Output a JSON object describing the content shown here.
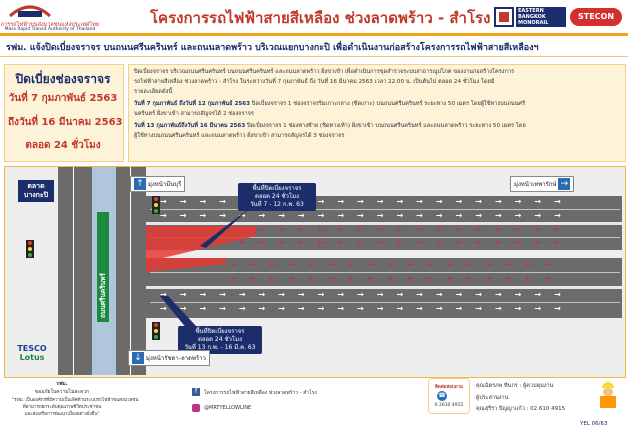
{
  "header": {
    "org_th": "การรถไฟฟ้าขนส่งมวลชนแห่งประเทศไทย",
    "org_en": "Mass Rapid Transit Authority of Thailand",
    "title": "โครงการรถไฟฟ้าสายสีเหลือง ช่วงลาดพร้าว - สำโรง",
    "partner1_line1": "EASTERN",
    "partner1_line2": "BANGKOK",
    "partner1_line3": "MONORAIL",
    "partner2": "STECON"
  },
  "subtitle": "รฟม. แจ้งปิดเบี่ยงจราจร บนถนนศรีนครินทร์ และถนนลาดพร้าว บริเวณแยกบางกะปิ เพื่อดำเนินงานก่อสร้างโครงการรถไฟฟ้าสายสีเหลืองฯ",
  "closure": {
    "title": "ปิดเบี่ยงช่องจราจร",
    "from": "วันที่ 7 กุมภาพันธ์ 2563",
    "to": "ถึงวันที่ 16 มีนาคม 2563",
    "duration": "ตลอด 24 ชั่วโมง"
  },
  "notice": {
    "p1": "ปิดเบี่ยงจราจร บริเวณถนนศรีนครินทร์ บนถนนศรีนครินทร์ และถนนลาดพร้าว ฝั่งขาเข้า เพื่อดำเนินการขุดสำรวจระบบสาธารณูปโภค ของงานก่อสร้างโครงการ",
    "p1b": "รถไฟฟ้าสายสีเหลือง ช่วงลาดพร้าว - สำโรง ในระหว่างวันที่ 7 กุมภาพันธ์ ถึง วันที่ 16 มีนาคม 2563 เวลา 22.00 น. เป็นต้นไป ตลอด 24 ชั่วโมง โดยมี",
    "p1c": "รายละเอียดดังนี้",
    "p2_head": "วันที่ 7 กุมภาพันธ์ ถึงวันที่ 12 กุมภาพันธ์ 2563",
    "p2": " ปิดเบี่ยงจราจร 1 ช่องจราจรริมเกาะกลาง (ชิดเกาะ) บนถนนศรีนครินทร์ ระยะทาง 50 เมตร โดยผู้ใช้ทางบนถนนศรี",
    "p2b": "นครินทร์ ฝั่งขาเข้า สามารถสัญจรได้ 2 ช่องจราจร",
    "p3_head": "วันที่ 13 กุมภาพันธ์ถึงวันที่ 16 มีนาคม 2563",
    "p3": " ปิดเบี่ยงจราจร 1 ช่องทางซ้าย (ชิดทางเท้า) ฝั่งขาเข้า บนถนนศรีนครินทร์ และถนนลาดพร้าว ระยะทาง 50 เมตร โดย",
    "p3b": "ผู้ใช้ทางบนถนนศรีนครินทร์ และถนนลาดพร้าว ฝั่งขาเข้า สามารถสัญจรได้ 3 ช่องจราจร"
  },
  "map": {
    "place_market_1": "ตลาด",
    "place_market_2": "บางกะปิ",
    "dir_minburi": "มุ่งหน้ามีนบุรี",
    "dir_thepharak": "มุ่งหน้าเทพารักษ์",
    "dir_ratchada": "มุ่งหน้ารัชดา-ลาดพร้าว",
    "road_name": "ถนนศรีนครินทร์",
    "callout1_l1": "พื้นที่ปิดเบี่ยงจราจร",
    "callout1_l2": "ตลอด 24 ชั่วโมง",
    "callout1_l3": "วันที่ 7 - 12 ก.พ. 63",
    "callout2_l1": "พื้นที่ปิดเบี่ยงจราจร",
    "callout2_l2": "ตลอด 24 ชั่วโมง",
    "callout2_l3": "วันที่ 13 ก.พ. - 16 มี.ค. 63",
    "tesco_1": "TESCO",
    "tesco_2": "Lotus"
  },
  "footer": {
    "left_head": "รฟม.",
    "left_l1": "ขออภัยในความไม่สะดวก",
    "left_l2": "\"รฟม. เป็นองค์กรที่มีความเป็นเลิศด้านระบบรถไฟฟ้าขนส่งมวลชน",
    "left_l3": "ที่สามารถยกระดับคุณภาพชีวิตประชาชน",
    "left_l4": "และส่งเสริมการพัฒนาเมืองอย่างยั่งยืน\"",
    "fb": "โครงการรถไฟฟ้าสายสีเหลือง ช่วงลาดพร้าว - สำโรง",
    "ig": "@MRTYELLOWLINE",
    "hotline_l1": "ติดต่อสอบถาม",
    "hotline_l2": "0 2610 4915",
    "contact_name": "คุณฉัตรภพ ทีนกร : ผู้ควบคุมงาน",
    "contact_role": "ผู้ประสานงาน",
    "contact_line3": "คุณสุรีรา ปัญญาแก้ว : 02 610 4915",
    "doc_code": "YEL 06/63"
  },
  "colors": {
    "brand_red": "#c0392b",
    "navy": "#1b2d6b",
    "accent_orange": "#f4a21a",
    "card_bg": "#fdf3d9"
  }
}
